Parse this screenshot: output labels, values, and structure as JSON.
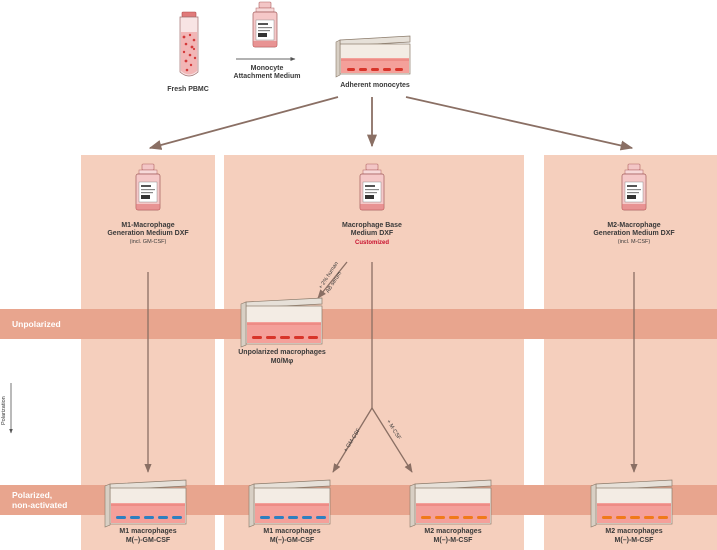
{
  "top": {
    "pbmc": "Fresh PBMC",
    "attach_1": "Monocyte",
    "attach_2": "Attachment Medium",
    "adherent": "Adherent monocytes"
  },
  "columns": {
    "m1_title_1": "M1-Macrophage",
    "m1_title_2": "Generation Medium DXF",
    "m1_sub": "(incl. GM-CSF)",
    "base_title_1": "Macrophage Base",
    "base_title_2": "Medium DXF",
    "base_sub": "Customized",
    "m2_title_1": "M2-Macrophage",
    "m2_title_2": "Generation Medium DXF",
    "m2_sub": "(incl. M-CSF)"
  },
  "bands": {
    "unpolarized": "Unpolarized",
    "polarized_1": "Polarized,",
    "polarized_2": "non-activated"
  },
  "side": {
    "polarization": "Polarization"
  },
  "annotations": {
    "serum_1": "+ 2% human",
    "serum_2": "AB serum",
    "gm_csf": "+ GM-CSF",
    "m_csf": "+ M-CSF"
  },
  "unpolarized_cells": {
    "label_1": "Unpolarized macrophages",
    "label_2": "M0/Mφ"
  },
  "outputs": [
    {
      "name": "M1 macrophages",
      "sub": "M(–)-GM-CSF"
    },
    {
      "name": "M1 macrophages",
      "sub": "M(–)-GM-CSF"
    },
    {
      "name": "M2 macrophages",
      "sub": "M(–)-M-CSF"
    },
    {
      "name": "M2 macrophages",
      "sub": "M(–)-M-CSF"
    }
  ],
  "colors": {
    "band": "#e8a58e",
    "column": "#f5cfbd",
    "arrow": "#8a6f64",
    "medium": "#f4a09a",
    "cell_red": "#d8342a",
    "cell_blue": "#2f7fc0",
    "cell_orange": "#f07a1a"
  }
}
